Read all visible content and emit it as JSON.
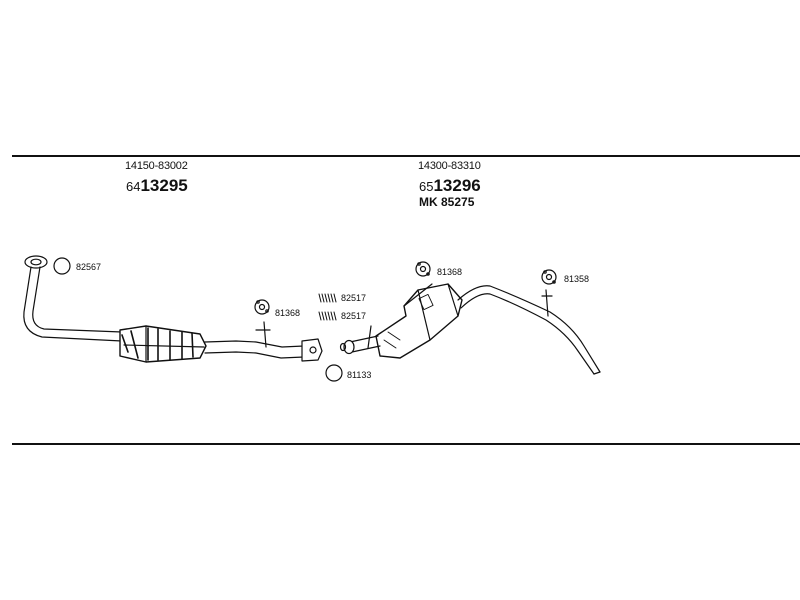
{
  "front_group": {
    "oe_number": "14150-83002",
    "part_prefix": "64",
    "part_main": "13295"
  },
  "rear_group": {
    "oe_number": "14300-83310",
    "part_prefix": "65",
    "part_main": "13296",
    "kit_label": "MK  85275"
  },
  "callouts": {
    "gasket_front": "82567",
    "hanger_mid": "81368",
    "spring_a": "82517",
    "spring_b": "82517",
    "ring_joint": "81133",
    "hanger_rear_a": "81368",
    "hanger_rear_b": "81358"
  }
}
